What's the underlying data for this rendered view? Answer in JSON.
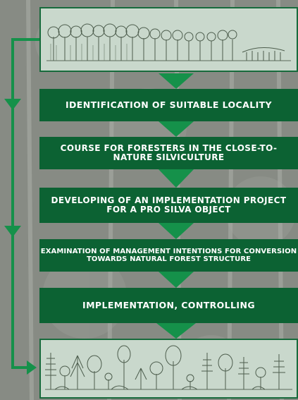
{
  "steps": [
    "IDENTIFICATION OF SUITABLE LOCALITY",
    "COURSE FOR FORESTERS IN THE CLOSE-TO-NATURE SILVICULTURE",
    "DEVELOPING OF AN IMPLEMENTATION PROJECT FOR A PRO SILVA OBJECT",
    "EXAMINATION OF MANAGEMENT INTENTIONS FOR CONVERSION TOWARDS NATURAL FOREST STRUCTURE",
    "IMPLEMENTATION, CONTROLLING"
  ],
  "colors": {
    "box": "#0c6233",
    "connector": "#15914a",
    "panel": "#c9d8cc",
    "background": "#8a8e86"
  }
}
